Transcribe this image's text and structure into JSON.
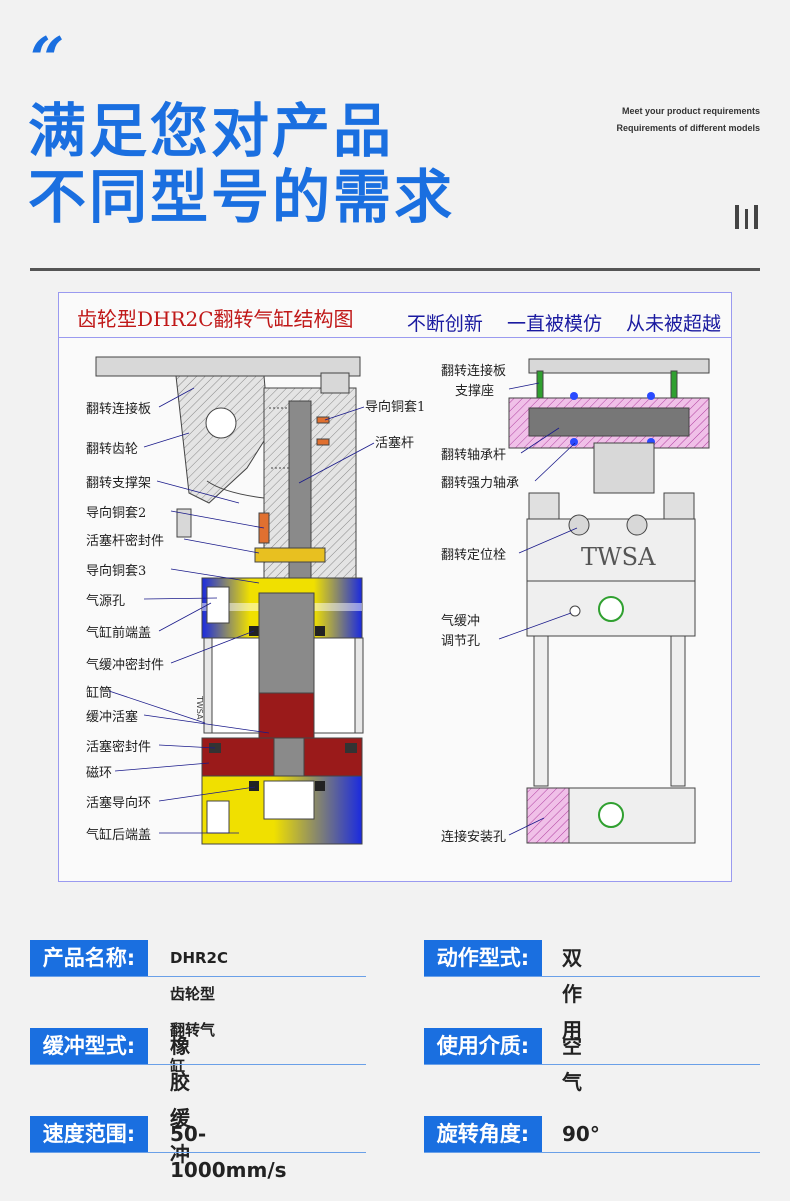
{
  "header": {
    "quote_mark": "“",
    "title_line1": "满足您对产品",
    "title_line2": "不同型号的需求",
    "en_line1": "Meet your product requirements",
    "en_line2": "Requirements of different models"
  },
  "diagram": {
    "title": "齿轮型DHR2C翻转气缸结构图",
    "slogans": "不断创新 一直被模仿 从未被超越",
    "left_labels": [
      "翻转连接板",
      "翻转齿轮",
      "翻转支撑架",
      "导向铜套2",
      "活塞杆密封件",
      "导向铜套3",
      "气源孔",
      "气缸前端盖",
      "气缓冲密封件",
      "缸筒",
      "缓冲活塞",
      "活塞密封件",
      "磁环",
      "活塞导向环",
      "气缸后端盖"
    ],
    "mid_labels": [
      "导向铜套1",
      "活塞杆"
    ],
    "right_labels": [
      "翻转连接板",
      "支撑座",
      "翻转轴承杆",
      "翻转强力轴承",
      "翻转定位栓",
      "气缓冲",
      "调节孔",
      "连接安装孔"
    ],
    "brand": "TWSA",
    "tube_mark": "TWSA"
  },
  "specs": [
    {
      "label": "产品名称:",
      "value": "DHR2C齿轮型翻转气缸"
    },
    {
      "label": "动作型式:",
      "value": "双作用"
    },
    {
      "label": "缓冲型式:",
      "value": "橡胶缓冲"
    },
    {
      "label": "使用介质:",
      "value": "空气"
    },
    {
      "label": "速度范围:",
      "value": "50-1000mm/s"
    },
    {
      "label": "旋转角度:",
      "value": "90°"
    }
  ]
}
